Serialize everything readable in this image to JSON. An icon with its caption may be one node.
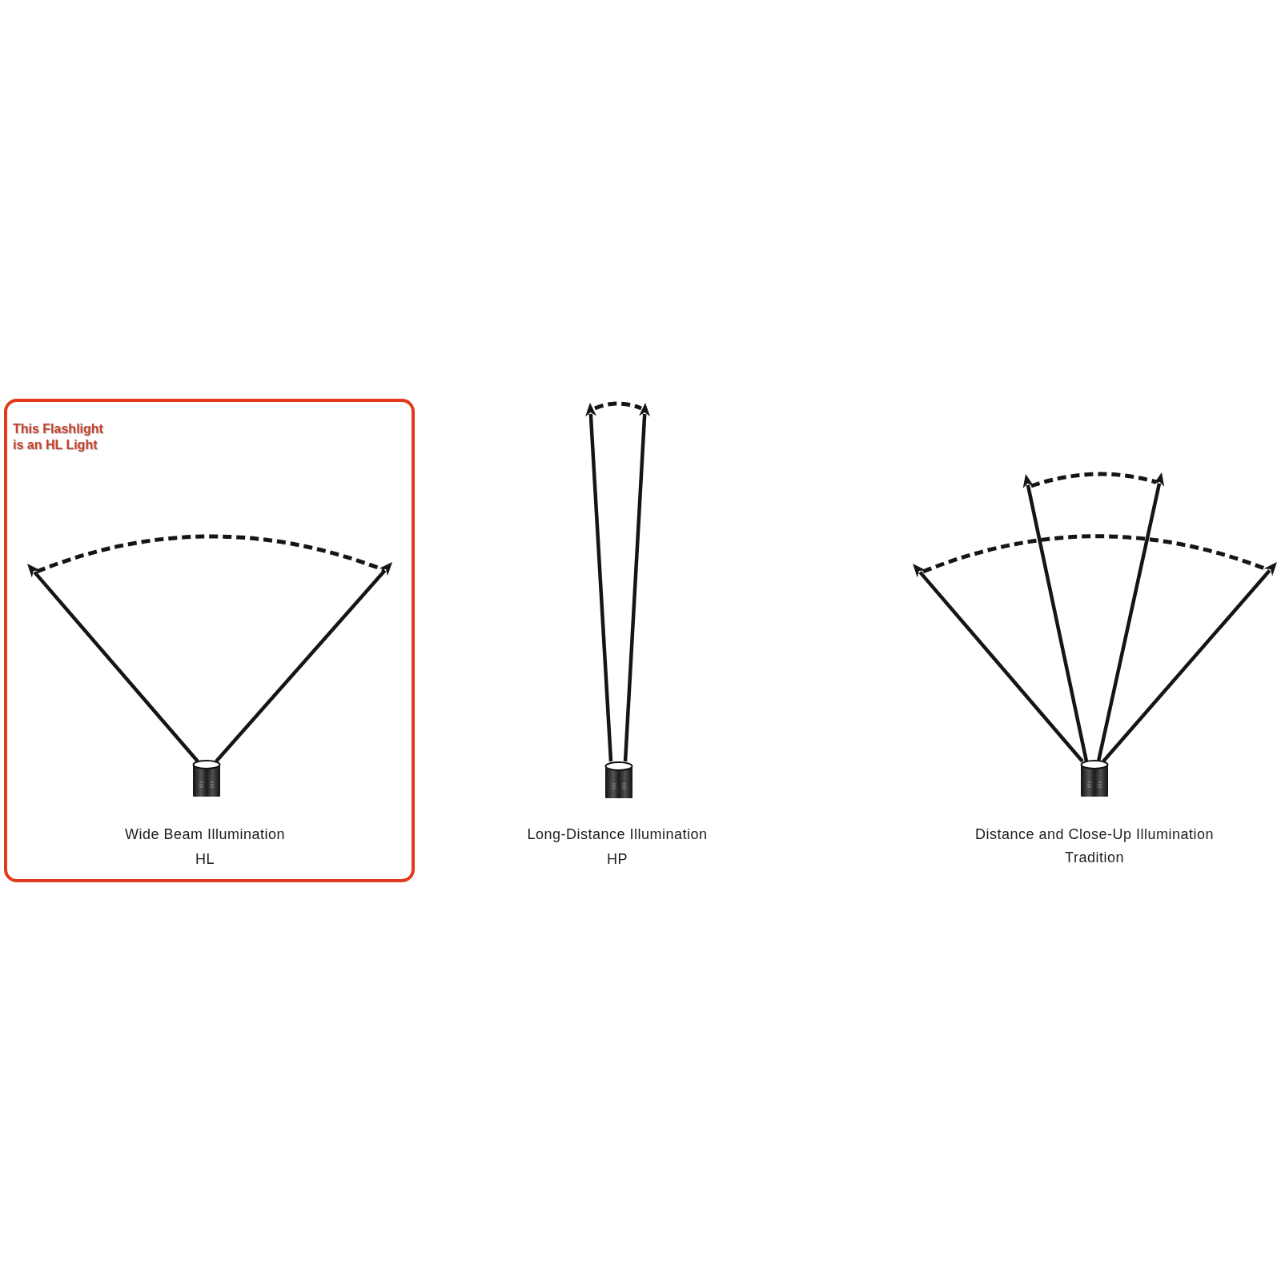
{
  "diagram": {
    "nodes": [
      {
        "text": [
          "This Flashlight is an HL Light",
          "Wide Beam Illumination",
          "HL"
        ]
      }
    ],
    "labels": [
      "Long-Distance Illumination",
      "HP",
      "Distance and Close-Up Illumination",
      "Tradition"
    ]
  }
}
